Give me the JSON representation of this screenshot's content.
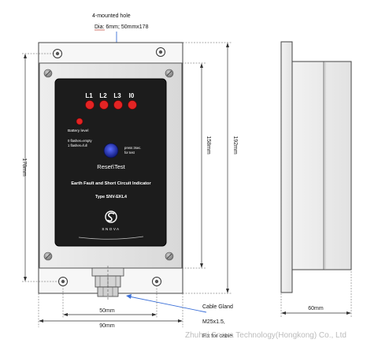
{
  "callouts": {
    "mount_hole_title": "4-mounted hole",
    "mount_hole_detail": "Dia: 6mm; 50mmx178",
    "cable_gland_title": "Cable Gland",
    "cable_gland_size": "M25x1.5,",
    "cable_gland_note": "Fix for cable"
  },
  "dimensions": {
    "height_outer": "192mm",
    "height_mount": "178mm",
    "height_panel": "158mm",
    "width_outer": "90mm",
    "width_holes": "50mm",
    "depth": "60mm"
  },
  "panel": {
    "leds": [
      "L1",
      "L2",
      "L3",
      "I0"
    ],
    "battery_label": "Battery level",
    "battery_note_1": "0 flashes=empty",
    "battery_note_2": "1 flashes=full",
    "press_note_1": "press 3sec.",
    "press_note_2": "for test",
    "reset_label": "Reset\\Test",
    "product_title": "Earth Fault and Short Circuit Indicator",
    "product_type": "Type SNV-EKL4",
    "brand": "SNOVA"
  },
  "watermark": "Zhuhai Snova Technology(Hongkong) Co., Ltd",
  "colors": {
    "panel": "#1c1c1c",
    "led": "#e32424",
    "button": "#1d2a9a",
    "callout_line": "#3a6fd8",
    "dim_line": "#333333"
  }
}
